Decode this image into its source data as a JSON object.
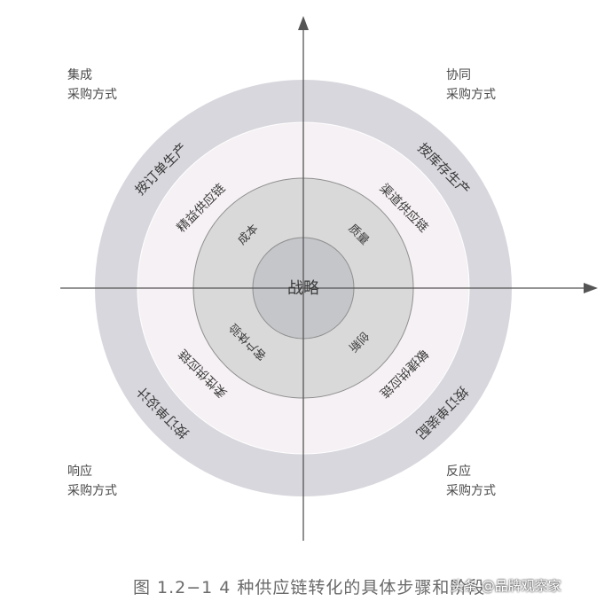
{
  "corners": {
    "top_left": {
      "line1": "集成",
      "line2": "采购方式"
    },
    "top_right": {
      "line1": "协同",
      "line2": "采购方式"
    },
    "bottom_left": {
      "line1": "响应",
      "line2": "采购方式"
    },
    "bottom_right": {
      "line1": "反应",
      "line2": "采购方式"
    }
  },
  "outer_ring": {
    "top_left": "按订单生产",
    "top_right": "按库存生产",
    "bottom_left": "按订单设计",
    "bottom_right": "按订单装配"
  },
  "middle_ring": {
    "top_left": "精益供应链",
    "top_right": "渠道供应链",
    "bottom_left": "柔性供应链",
    "bottom_right": "敏捷供应链"
  },
  "inner_ring": {
    "top_left": "成本",
    "top_right": "质量",
    "bottom_left": "客户体验",
    "bottom_right": "创新"
  },
  "center": "战略",
  "caption": "图 1.2−1   4 种供应链转化的具体步骤和阶段",
  "watermark": "头条 @品牌观察家",
  "colors": {
    "outer": "#d7d7dd",
    "middle": "#f6f1f4",
    "inner": "#d9d9d9",
    "center": "#c4c6c9",
    "axis": "#555555"
  }
}
